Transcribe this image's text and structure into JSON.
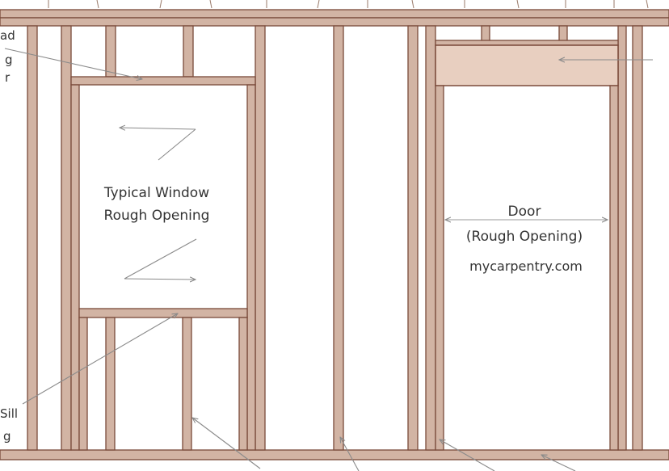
{
  "window": {
    "label_line1": "Typical Window",
    "label_line2": "Rough Opening"
  },
  "door": {
    "label_line1": "Door",
    "label_line2": "(Rough Opening)"
  },
  "watermark": "mycarpentry.com",
  "edge_labels": {
    "top_left_1": "ad",
    "top_left_2": "g",
    "top_left_3": "r",
    "bottom_left_1": "Sill",
    "bottom_left_2": "g"
  },
  "colors": {
    "wood_fill": "#d2b4a4",
    "wood_outline": "#7a4a3a",
    "header_fill": "#e8cfc0",
    "arrow": "#8a8a8a",
    "text": "#333333"
  }
}
